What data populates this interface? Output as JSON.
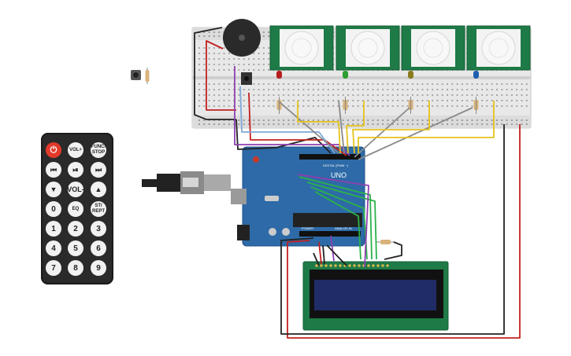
{
  "arduino": {
    "logo": "UNO",
    "digital_label": "DIGITAL (PWM ~)",
    "power_label": "POWER",
    "analog_label": "ANALOG IN"
  },
  "pir_sensors": {
    "count": 4,
    "led_colors": [
      "#b71c1c",
      "#2e9e2e",
      "#8a7a1e",
      "#1e5fb0"
    ]
  },
  "remote": {
    "buttons": [
      "⏻",
      "VOL+",
      "FUNC/\nSTOP",
      "⏮",
      "⏯",
      "⏭",
      "▼",
      "VOL-",
      "▲",
      "0",
      "EQ",
      "ST/\nREPT",
      "1",
      "2",
      "3",
      "4",
      "5",
      "6",
      "7",
      "8",
      "9"
    ]
  },
  "colors": {
    "board": "#2d6aa7",
    "pcb": "#1e7a46",
    "lcd_screen": "#1f2c66",
    "wire_red": "#c42020",
    "wire_black": "#222222",
    "wire_yellow": "#e5c31b",
    "wire_gray": "#8a8a8a",
    "wire_purple": "#8e3fb0",
    "wire_green": "#2cb24a",
    "wire_blue": "#7fa7d8"
  }
}
